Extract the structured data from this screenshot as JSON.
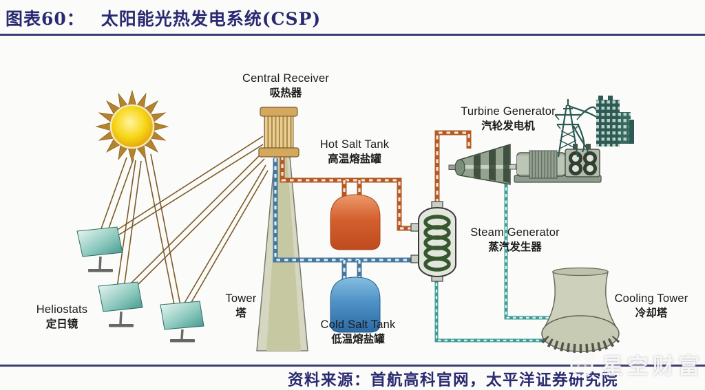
{
  "header": {
    "figure_label": "图表60：",
    "title": "太阳能光热发电系统(CSP)"
  },
  "diagram": {
    "labels": {
      "central_receiver": {
        "en": "Central Receiver",
        "zh": "吸热器"
      },
      "hot_salt_tank": {
        "en": "Hot Salt Tank",
        "zh": "高温熔盐罐"
      },
      "cold_salt_tank": {
        "en": "Cold Salt Tank",
        "zh": "低温熔盐罐"
      },
      "steam_generator": {
        "en": "Steam Generator",
        "zh": "蒸汽发生器"
      },
      "turbine_generator": {
        "en": "Turbine Generator",
        "zh": "汽轮发电机"
      },
      "cooling_tower": {
        "en": "Cooling Tower",
        "zh": "冷却塔"
      },
      "tower": {
        "en": "Tower",
        "zh": "塔"
      },
      "heliostats": {
        "en": "Heliostats",
        "zh": "定日镜"
      }
    }
  },
  "footer": {
    "source": "资料来源：首航高科官网，太平洋证券研究院"
  },
  "watermark": {
    "text": "星空财富"
  },
  "colors": {
    "title_navy": "#2a2a72",
    "rule_navy": "#3c3c74",
    "label_text": "#1b1b1b",
    "hot_pipe": "#b45a22",
    "cold_pipe": "#44789e",
    "water_pipe": "#3f9d97",
    "ray_brown": "#7d5a26",
    "sun_core": "#f7d618",
    "sun_edge": "#e39d06",
    "tower_khaki": "#c6c8a2",
    "cooling_fill": "#cdd1bb",
    "vessel_fill": "#e2e6dd",
    "coil_green": "#37582f",
    "machine_green": "#93a38f",
    "infra_teal": "#2d5a52",
    "hot_tank": "#d4602f",
    "cold_tank": "#4e92c6"
  }
}
